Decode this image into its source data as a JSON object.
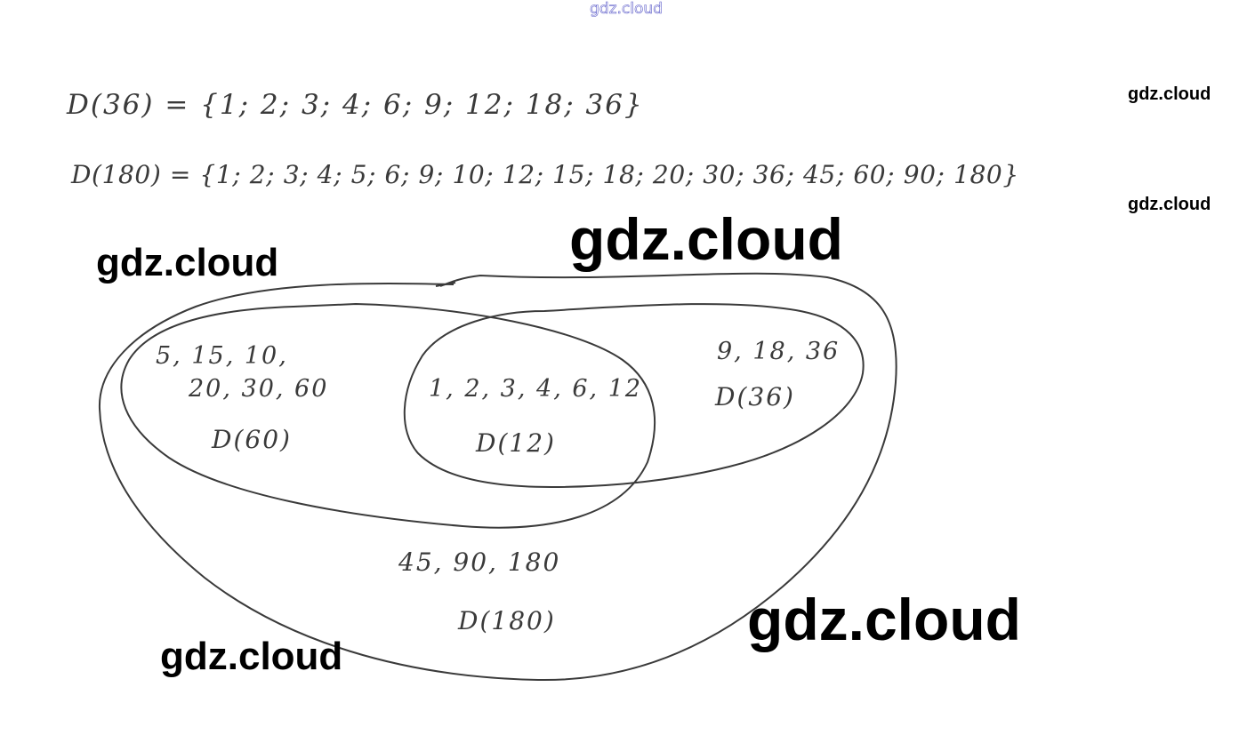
{
  "watermarks": {
    "top": "gdz.cloud",
    "right_upper": "gdz.cloud",
    "right_lower": "gdz.cloud",
    "left": "gdz.cloud",
    "center_large": "gdz.cloud",
    "bottom_left": "gdz.cloud",
    "bottom_right_large": "gdz.cloud"
  },
  "equations": {
    "d36": "D(36) = {1; 2; 3; 4; 6; 9; 12; 18; 36}",
    "d180": "D(180) = {1; 2; 3; 4; 5; 6; 9; 10; 12; 15; 18; 20; 30; 36; 45; 60; 90; 180}"
  },
  "regions": {
    "d60_values_line1": "5, 15, 10,",
    "d60_values_line2": "20, 30, 60",
    "d60_label": "D(60)",
    "d12_values": "1, 2, 3, 4, 6, 12",
    "d12_label": "D(12)",
    "d36_values": "9, 18, 36",
    "d36_label": "D(36)",
    "d180_values": "45, 90, 180",
    "d180_label": "D(180)"
  },
  "colors": {
    "ink": "#3a3a3a",
    "watermark": "#000000",
    "watermark_top_outline": "#5a5ac8"
  }
}
